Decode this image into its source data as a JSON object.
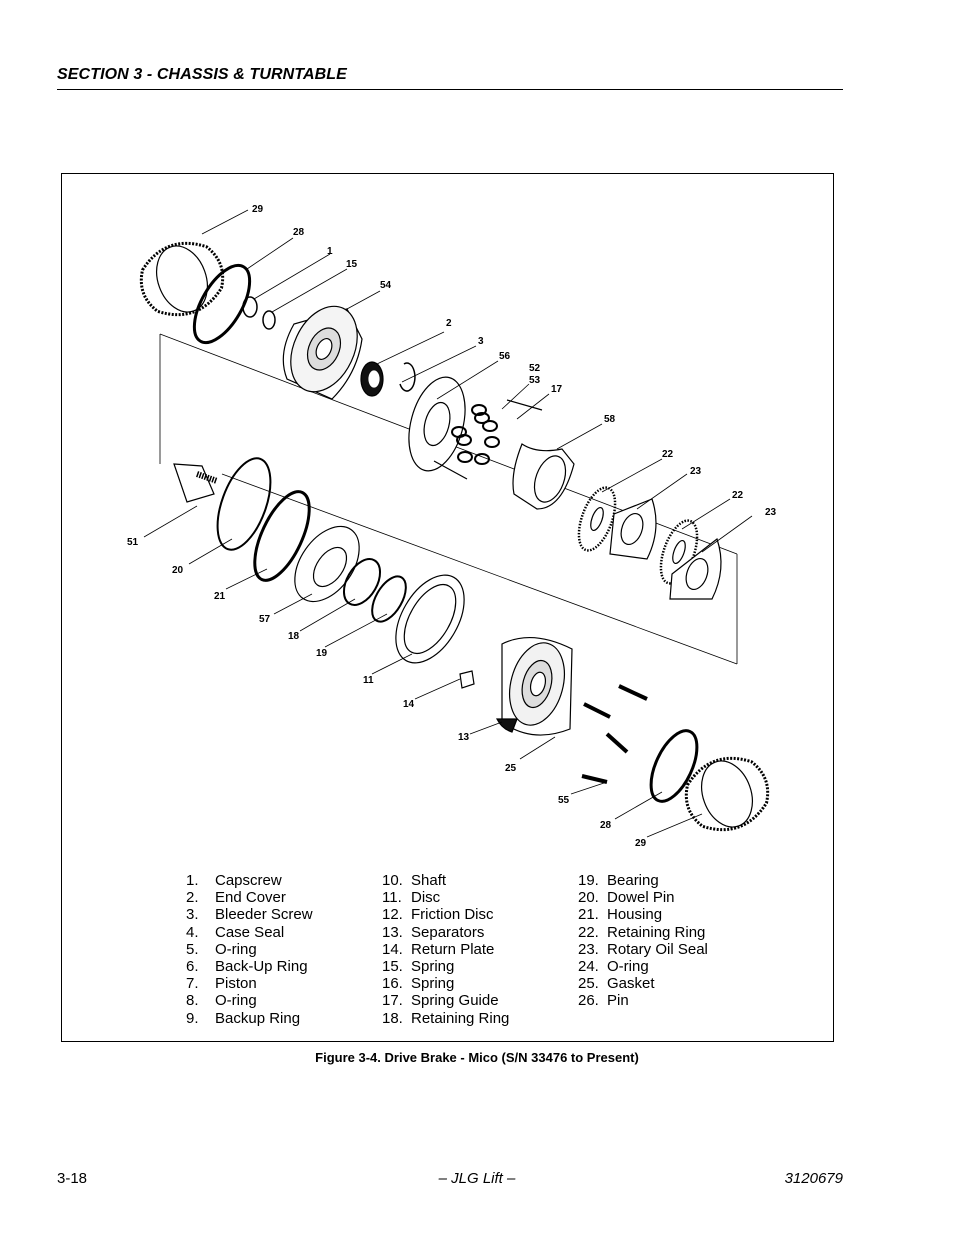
{
  "header": {
    "section_title": "SECTION 3 - CHASSIS & TURNTABLE"
  },
  "figure": {
    "caption": "Figure 3-4.  Drive Brake - Mico (S/N 33476 to Present)",
    "callouts": [
      "29",
      "28",
      "1",
      "15",
      "54",
      "2",
      "3",
      "56",
      "52",
      "53",
      "17",
      "58",
      "22",
      "23",
      "22",
      "23",
      "51",
      "20",
      "21",
      "57",
      "18",
      "19",
      "11",
      "14",
      "13",
      "25",
      "55",
      "28",
      "29"
    ],
    "legend_columns": [
      [
        {
          "num": "1.",
          "label": "Capscrew"
        },
        {
          "num": "2.",
          "label": "End Cover"
        },
        {
          "num": "3.",
          "label": "Bleeder Screw"
        },
        {
          "num": "4.",
          "label": "Case Seal"
        },
        {
          "num": "5.",
          "label": "O-ring"
        },
        {
          "num": "6.",
          "label": "Back-Up Ring"
        },
        {
          "num": "7.",
          "label": "Piston"
        },
        {
          "num": "8.",
          "label": "O-ring"
        },
        {
          "num": "9.",
          "label": "Backup Ring"
        }
      ],
      [
        {
          "num": "10.",
          "label": "Shaft"
        },
        {
          "num": "11.",
          "label": "Disc"
        },
        {
          "num": "12.",
          "label": "Friction Disc"
        },
        {
          "num": "13.",
          "label": "Separators"
        },
        {
          "num": "14.",
          "label": "Return Plate"
        },
        {
          "num": "15.",
          "label": "Spring"
        },
        {
          "num": "16.",
          "label": "Spring"
        },
        {
          "num": "17.",
          "label": "Spring Guide"
        },
        {
          "num": "18.",
          "label": "Retaining Ring"
        }
      ],
      [
        {
          "num": "19.",
          "label": "Bearing"
        },
        {
          "num": "20.",
          "label": "Dowel Pin"
        },
        {
          "num": "21.",
          "label": "Housing"
        },
        {
          "num": "22.",
          "label": "Retaining Ring"
        },
        {
          "num": "23.",
          "label": "Rotary Oil Seal"
        },
        {
          "num": "24.",
          "label": "O-ring"
        },
        {
          "num": "25.",
          "label": "Gasket"
        },
        {
          "num": "26.",
          "label": "Pin"
        }
      ]
    ]
  },
  "footer": {
    "page_number": "3-18",
    "brand": "– JLG Lift –",
    "doc_number": "3120679"
  }
}
